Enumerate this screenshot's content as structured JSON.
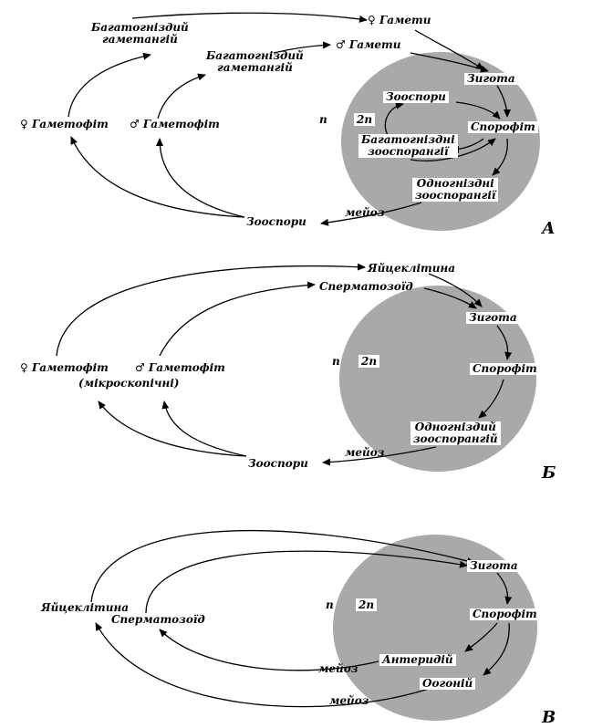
{
  "colors": {
    "diploid_zone": "#a9a9a9",
    "stroke": "#000000",
    "background": "#ffffff"
  },
  "panel_a": {
    "letter": "А",
    "female_gametes": "♀ Гамети",
    "male_gametes": "♂ Гамети",
    "gametangium_female_1": "Багатогніздий",
    "gametangium_female_2": "гаметангій",
    "gametangium_male_1": "Багатогніздий",
    "gametangium_male_2": "гаметангій",
    "female_gametophyte": "♀ Гаметофіт",
    "male_gametophyte": "♂ Гаметофіт",
    "n": "n",
    "two_n": "2n",
    "zygote": "Зигота",
    "zoospores_inner": "Зооспори",
    "sporophyte": "Спорофіт",
    "plurilocular_1": "Багатогніздні",
    "plurilocular_2": "зооспорангії",
    "unilocular_1": "Одногніздні",
    "unilocular_2": "зооспорангії",
    "meiosis": "мейоз",
    "zoospores": "Зооспори"
  },
  "panel_b": {
    "letter": "Б",
    "egg": "Яйцеклітина",
    "sperm": "Сперматозоїд",
    "zygote": "Зигота",
    "n": "n",
    "two_n": "2n",
    "sporophyte": "Спорофіт",
    "female_gametophyte": "♀ Гаметофіт",
    "male_gametophyte": "♂ Гаметофіт",
    "microscopic": "(мікроскопічні)",
    "unilocular_1": "Одногніздий",
    "unilocular_2": "зооспорангій",
    "meiosis": "мейоз",
    "zoospores": "Зооспори"
  },
  "panel_c": {
    "letter": "В",
    "zygote": "Зигота",
    "egg": "Яйцеклітина",
    "sperm": "Сперматозоїд",
    "n": "n",
    "two_n": "2n",
    "sporophyte": "Спорофіт",
    "antheridium": "Антеридій",
    "oogonium": "Оогоній",
    "meiosis_1": "мейоз",
    "meiosis_2": "мейоз"
  }
}
